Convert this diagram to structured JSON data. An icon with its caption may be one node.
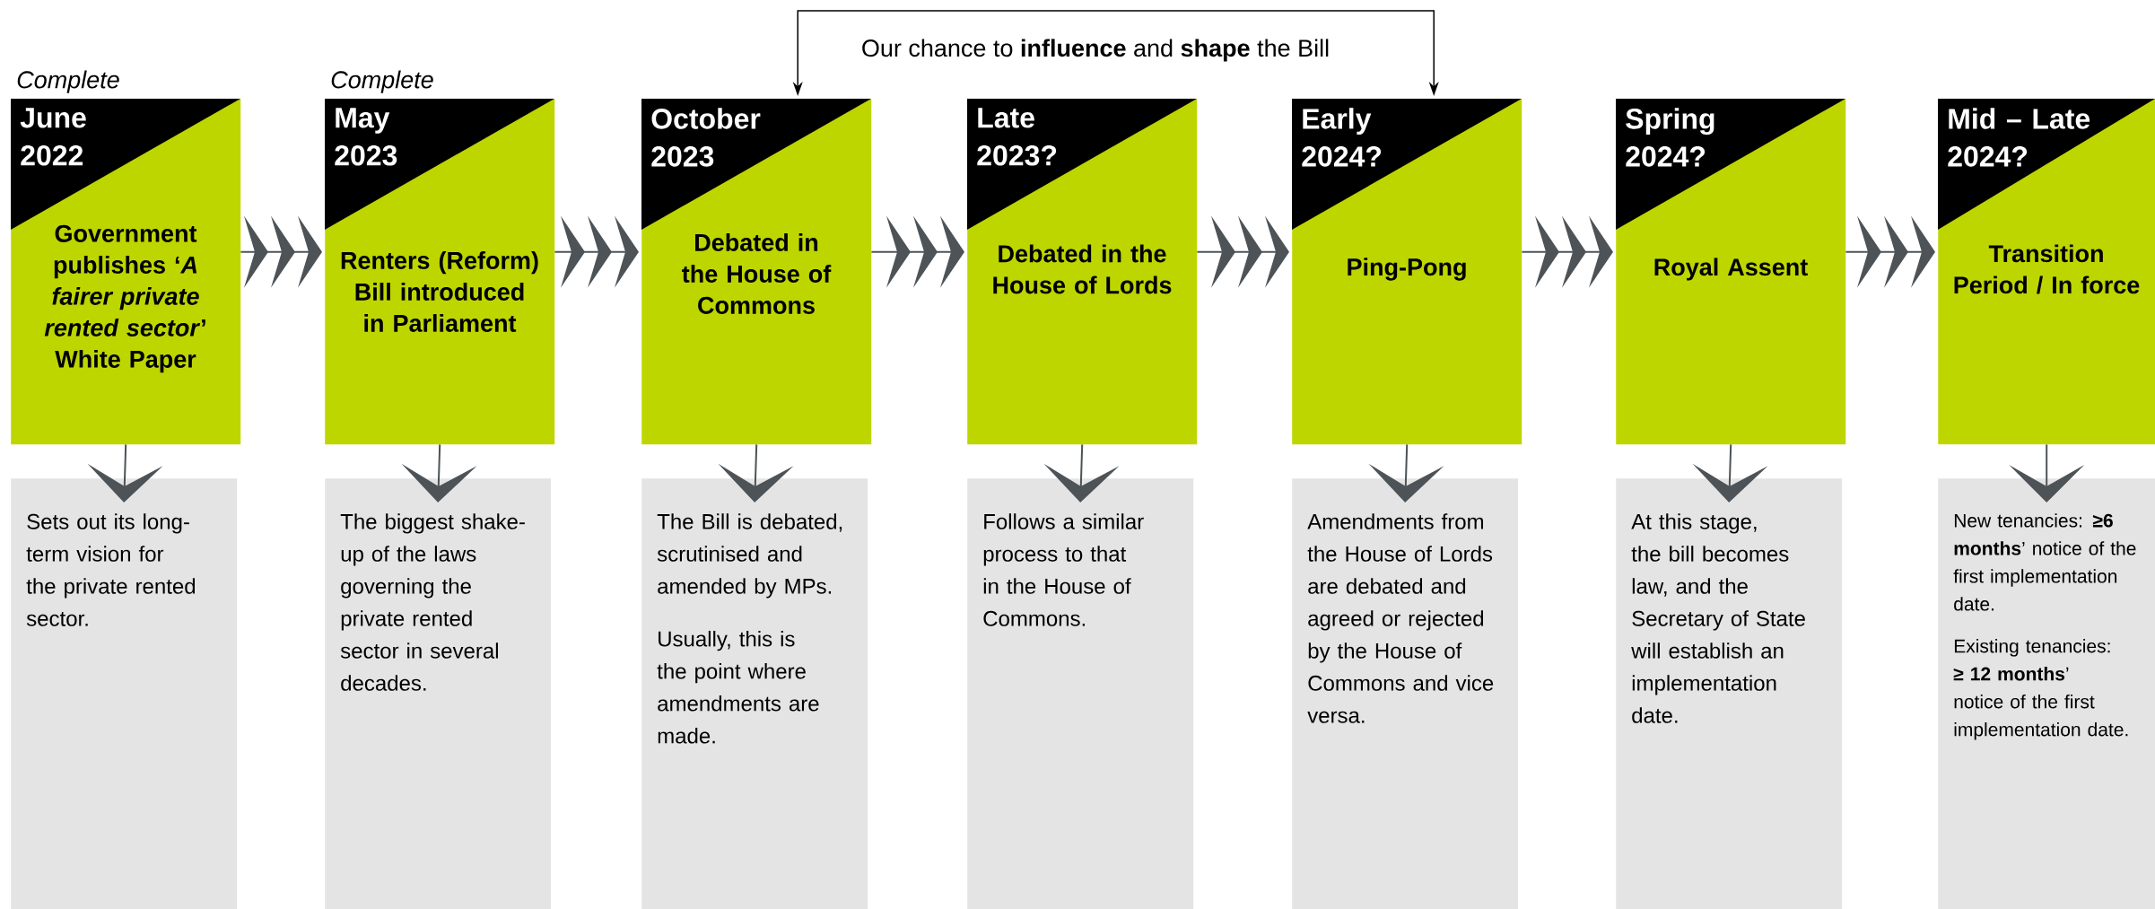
{
  "diagram": {
    "nodes": [
      {
        "text": [
          "June 2022",
          "Government publishes ‘*A fairer private rented sector*’ White Paper"
        ],
        "beside": [
          "Complete"
        ]
      },
      {
        "text": [
          "May 2023",
          "Renters (Reform) Bill introduced in Parliament"
        ],
        "beside": [
          "Complete"
        ]
      },
      {
        "text": [
          "October 2023",
          "Debated in the House of Commons"
        ]
      },
      {
        "text": [
          "Late 2023?",
          "Debated in the House of Lords"
        ]
      },
      {
        "text": [
          "Early 2024?",
          "Ping-Pong"
        ]
      },
      {
        "text": [
          "Spring 2024?",
          "Royal Assent"
        ]
      },
      {
        "text": [
          "Mid – Late 2024?",
          "Transition Period / In force"
        ]
      },
      {
        "text": [
          "Sets out its long-term vision for the private rented sector."
        ]
      },
      {
        "text": [
          "The biggest shake-up of the laws governing the private rented sector in several decades."
        ]
      },
      {
        "text": [
          "The Bill is debated, scrutinised and amended by MPs.",
          "Usually, this is the point where amendments are made."
        ]
      },
      {
        "text": [
          "Follows a similar process to that in the House of Commons."
        ]
      },
      {
        "text": [
          "Amendments from the House of Lords are debated and agreed or rejected by the House of Commons and vice versa."
        ]
      },
      {
        "text": [
          "At this stage, the bill becomes law, and the Secretary of State will establish an implementation date."
        ]
      },
      {
        "text": [
          "New tenancies: **≥6 months**’ notice of the first implementation date.",
          "Existing tenancies: **≥ 12 months**’ notice of the first implementation date."
        ]
      }
    ],
    "edges": [
      {
        "from": 0,
        "to": 1,
        "arrow": "to"
      },
      {
        "from": 1,
        "to": 2,
        "arrow": "to"
      },
      {
        "from": 2,
        "to": 3,
        "arrow": "to"
      },
      {
        "from": 3,
        "to": 4,
        "arrow": "to"
      },
      {
        "from": 4,
        "to": 5,
        "arrow": "to"
      },
      {
        "from": 5,
        "to": 6,
        "arrow": "to"
      },
      {
        "from": 0,
        "to": 7,
        "arrow": "to"
      },
      {
        "from": 1,
        "to": 8,
        "arrow": "to"
      },
      {
        "from": 2,
        "to": 9,
        "arrow": "to"
      },
      {
        "from": 3,
        "to": 10,
        "arrow": "to"
      },
      {
        "from": 4,
        "to": 11,
        "arrow": "to"
      },
      {
        "from": 5,
        "to": 12,
        "arrow": "to"
      },
      {
        "from": 6,
        "to": 13,
        "arrow": "to"
      },
      {
        "from": 2,
        "to": 4,
        "arrow": "both",
        "label": "Our chance to **influence** and **shape** the Bill"
      }
    ]
  }
}
